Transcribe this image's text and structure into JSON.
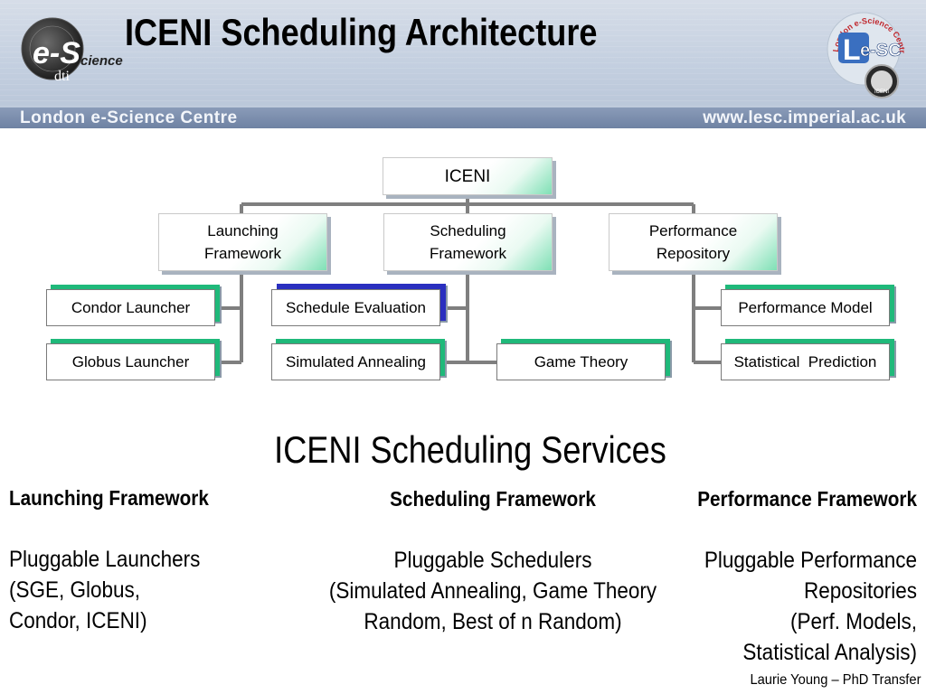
{
  "header": {
    "title": "ICENI Scheduling Architecture",
    "banner_left": "London e-Science Centre",
    "banner_right": "www.lesc.imperial.ac.uk",
    "logo_left": {
      "icon": "e-science-dti-logo",
      "text_top": "e-S",
      "text_side": "cience",
      "text_bottom": "dti"
    },
    "logo_right": {
      "icon": "lesc-iceni-logo",
      "text": "e-SC",
      "letter": "L",
      "ring_text": "London e-Science Centre",
      "badge": "ICENI"
    }
  },
  "diagram": {
    "root": "ICENI",
    "frameworks": [
      {
        "label_line1": "Launching",
        "label_line2": "Framework"
      },
      {
        "label_line1": "Scheduling",
        "label_line2": "Framework"
      },
      {
        "label_line1": "Performance",
        "label_line2": "Repository"
      }
    ],
    "launching_children": [
      "Condor Launcher",
      "Globus Launcher"
    ],
    "scheduling_children": [
      "Schedule Evaluation",
      "Simulated Annealing",
      "Game Theory"
    ],
    "performance_children": [
      "Performance Model",
      "Statistical  Prediction"
    ]
  },
  "services": {
    "title": "ICENI Scheduling Services",
    "launching": {
      "heading": "Launching Framework",
      "lines": [
        "Pluggable Launchers",
        "(SGE, Globus,",
        "Condor, ICENI)"
      ]
    },
    "scheduling": {
      "heading": "Scheduling Framework",
      "lines": [
        "Pluggable Schedulers",
        "(Simulated Annealing, Game Theory",
        "Random, Best of n Random)"
      ]
    },
    "performance": {
      "heading": "Performance Framework",
      "lines": [
        "Pluggable Performance",
        "Repositories",
        "(Perf. Models,",
        "Statistical Analysis)"
      ]
    }
  },
  "footer": "Laurie Young – PhD Transfer",
  "colors": {
    "accent_green": "#1fb97a",
    "accent_blue": "#2a2fbf",
    "connector": "#7f7f7f",
    "banner": "#6e82a3"
  }
}
